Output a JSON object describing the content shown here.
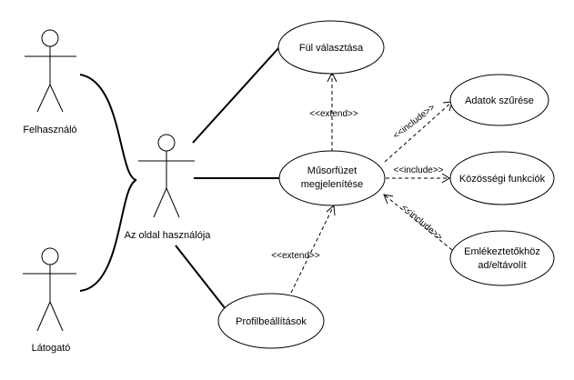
{
  "actors": {
    "felhasznalo": "Felhasználó",
    "latogato": "Látogató",
    "user": "Az oldal használója"
  },
  "usecases": {
    "ful": "Fül választása",
    "musor_line1": "Műsorfüzet",
    "musor_line2": "megjelenítése",
    "profil": "Profilbeállítások",
    "adatok": "Adatok szűrése",
    "kozossegi": "Közösségi funkciók",
    "emlek_line1": "Emlékeztetőkhöz",
    "emlek_line2": "ad/eltávolít"
  },
  "relations": {
    "extend_top": "<<extend>>",
    "extend_bottom": "<<extend>>",
    "include_adatok": "<<include>>",
    "include_kozossegi": "<<include>>",
    "include_emlek": "<<include>>"
  }
}
